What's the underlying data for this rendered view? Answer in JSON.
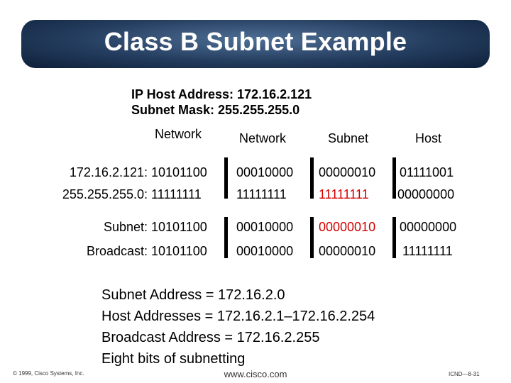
{
  "title": "Class B Subnet Example",
  "info": {
    "host_address": "IP Host Address:  172.16.2.121",
    "subnet_mask": "Subnet Mask:  255.255.255.0"
  },
  "table": {
    "headers": [
      "Network",
      "Network",
      "Subnet",
      "Host"
    ],
    "rows": [
      {
        "label": "172.16.2.121:",
        "values": [
          "10101100",
          "00010000",
          "00000010",
          "01111001"
        ]
      },
      {
        "label": "255.255.255.0:",
        "values": [
          "11111111",
          "11111111",
          "11111111",
          "00000000"
        ]
      },
      {
        "label": "Subnet:",
        "values": [
          "10101100",
          "00010000",
          "00000010",
          "00000000"
        ]
      },
      {
        "label": "Broadcast:",
        "values": [
          "10101100",
          "00010000",
          "00000010",
          "11111111"
        ]
      }
    ],
    "highlight_color": "#d40000"
  },
  "summary": [
    "Subnet Address = 172.16.2.0",
    "Host Addresses = 172.16.2.1–172.16.2.254",
    "Broadcast Address = 172.16.2.255",
    "Eight bits of subnetting"
  ],
  "footer": {
    "copyright": "© 1999, Cisco Systems, Inc.",
    "website": "www.cisco.com",
    "page_ref": "ICND—8-31"
  }
}
